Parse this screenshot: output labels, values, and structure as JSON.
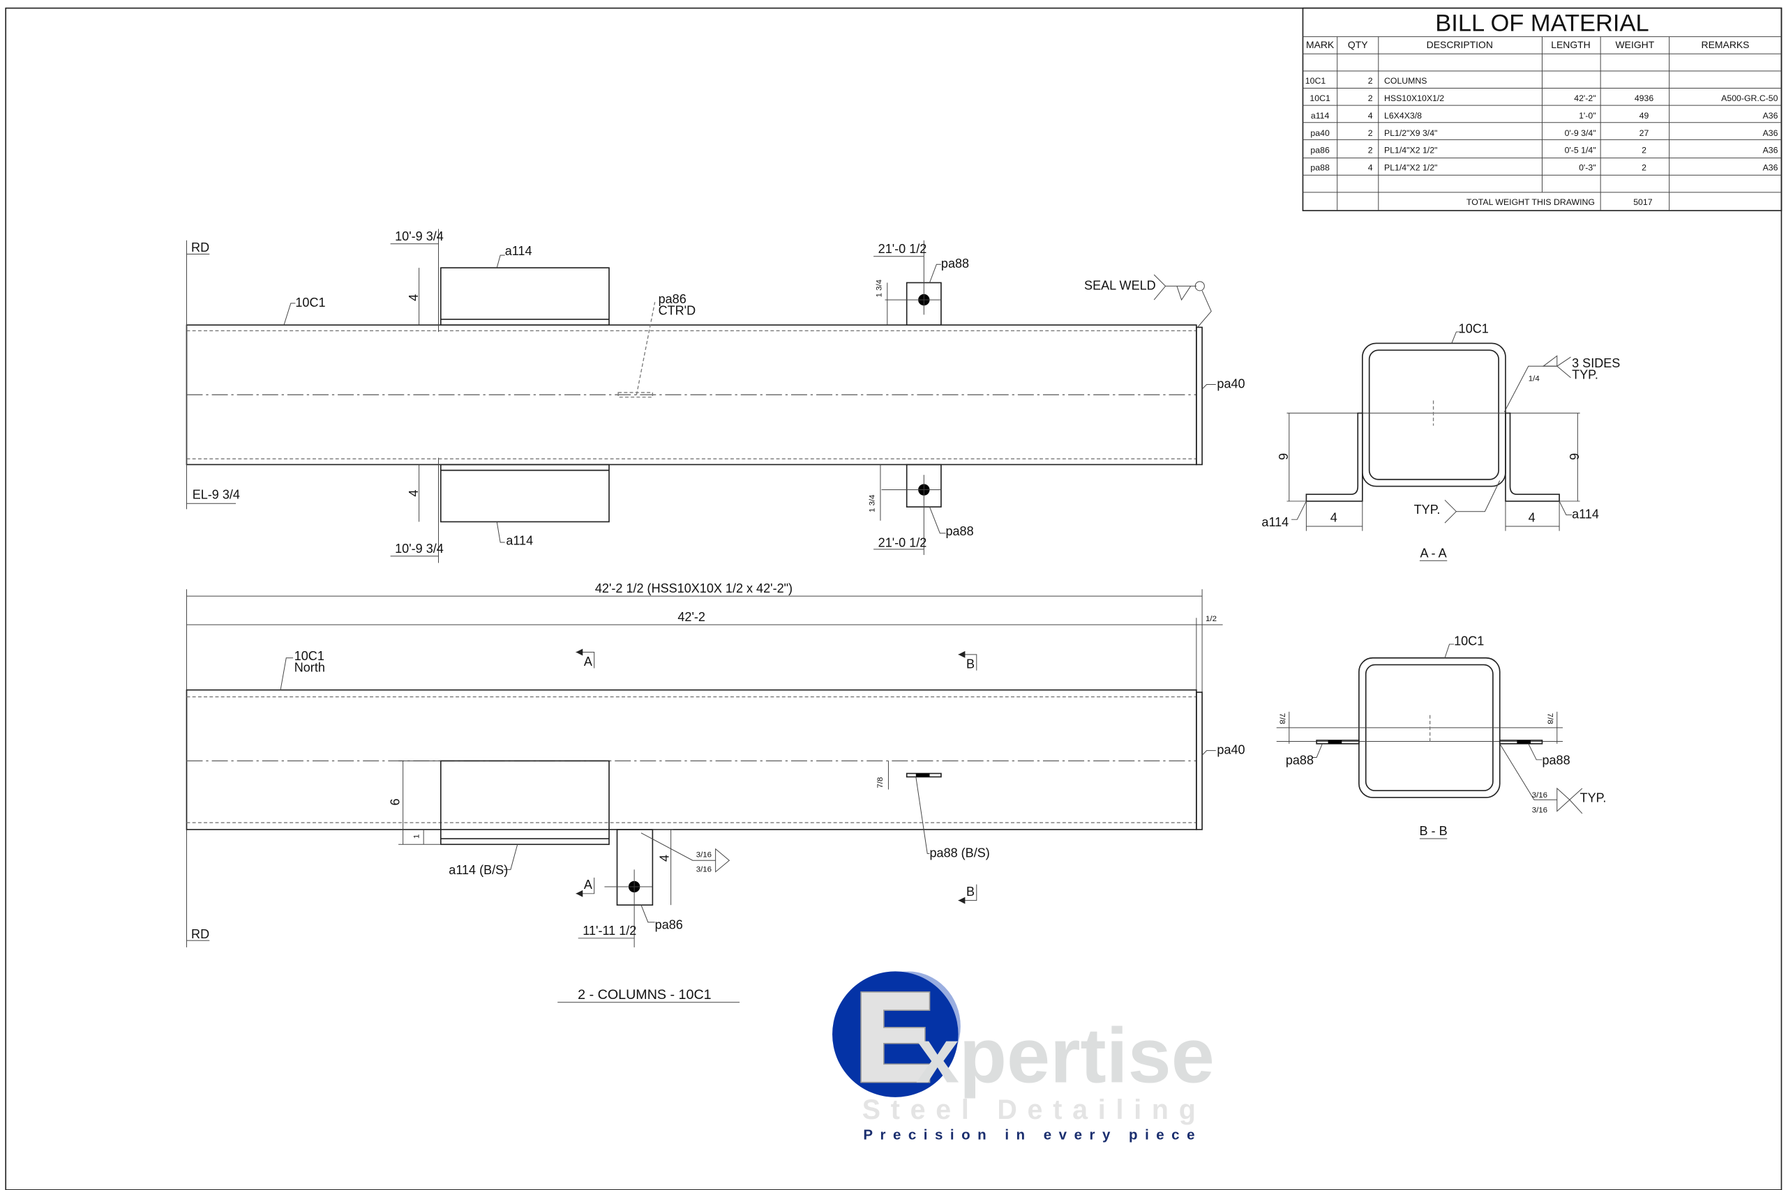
{
  "bom": {
    "title": "BILL OF MATERIAL",
    "headers": [
      "MARK",
      "QTY",
      "DESCRIPTION",
      "LENGTH",
      "WEIGHT",
      "REMARKS"
    ],
    "rows": [
      {
        "mark": "10C1",
        "qty": "2",
        "description": "COLUMNS",
        "length": "",
        "weight": "",
        "remarks": ""
      },
      {
        "mark": "10C1",
        "qty": "2",
        "description": "HSS10X10X1/2",
        "length": "42'-2\"",
        "weight": "4936",
        "remarks": "A500-GR.C-50"
      },
      {
        "mark": "a114",
        "qty": "4",
        "description": "L6X4X3/8",
        "length": "1'-0\"",
        "weight": "49",
        "remarks": "A36"
      },
      {
        "mark": "pa40",
        "qty": "2",
        "description": "PL1/2\"X9 3/4\"",
        "length": "0'-9 3/4\"",
        "weight": "27",
        "remarks": "A36"
      },
      {
        "mark": "pa86",
        "qty": "2",
        "description": "PL1/4\"X2 1/2\"",
        "length": "0'-5 1/4\"",
        "weight": "2",
        "remarks": "A36"
      },
      {
        "mark": "pa88",
        "qty": "4",
        "description": "PL1/4\"X2 1/2\"",
        "length": "0'-3\"",
        "weight": "2",
        "remarks": "A36"
      }
    ],
    "total_label": "TOTAL WEIGHT THIS DRAWING",
    "total_weight": "5017"
  },
  "top_view": {
    "rd": "RD",
    "el": "EL-9 3/4",
    "col_mark": "10C1",
    "a114": "a114",
    "a114_dim": "10'-9 3/4",
    "leg_dim": "4",
    "pa88": "pa88",
    "pa88_dim": "21'-0 1/2",
    "pa88_off": "1 3/4",
    "pa86": "pa86",
    "ctrd": "CTR'D",
    "seal_weld": "SEAL WELD",
    "pa40": "pa40"
  },
  "side_view": {
    "overall_dim": "42'-2 1/2 (HSS10X10X 1/2 x 42'-2\")",
    "length_dim": "42'-2",
    "end_dim": "1/2",
    "col_mark": "10C1",
    "north": "North",
    "sec_a": "A",
    "sec_b": "B",
    "pa40": "pa40",
    "a114_bs": "a114 (B/S)",
    "a114_h": "6",
    "a114_off": "1",
    "pa86": "pa86",
    "pa86_dim": "11'-11 1/2",
    "pa86_h": "4",
    "weld_top": "3/16",
    "weld_bot": "3/16",
    "pa88_bs": "pa88 (B/S)",
    "pa88_off": "7/8",
    "rd": "RD",
    "title": "2 - COLUMNS - 10C1"
  },
  "section_aa": {
    "col_mark": "10C1",
    "weld_size": "1/4",
    "weld_note1": "3 SIDES",
    "weld_note2": "TYP.",
    "typ": "TYP.",
    "h_left": "6",
    "h_right": "6",
    "w_left": "4",
    "w_right": "4",
    "angle_left": "a114",
    "angle_right": "a114",
    "title": "A - A"
  },
  "section_bb": {
    "col_mark": "10C1",
    "off_left": "7/8",
    "off_right": "7/8",
    "plate_left": "pa88",
    "plate_right": "pa88",
    "weld_top": "3/16",
    "weld_bot": "3/16",
    "typ": "TYP.",
    "title": "B - B"
  },
  "logo": {
    "letter": "E",
    "word": "xpertise",
    "sub": "Steel Detailing",
    "tagline": "Precision in every piece",
    "colors": {
      "circle": "#0433a6",
      "halo": "#9aaee0",
      "word": "#dcdede",
      "tagline": "#1a2e6e"
    }
  }
}
